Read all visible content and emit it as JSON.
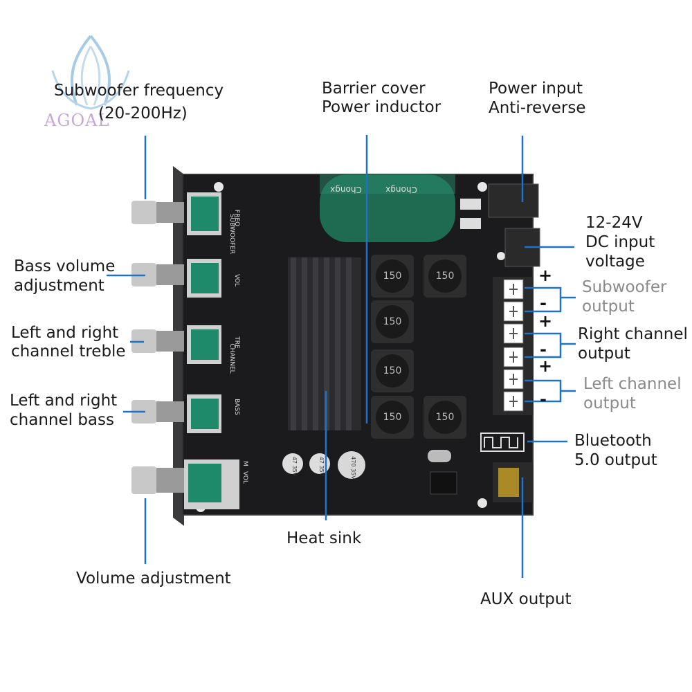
{
  "watermark": {
    "text": "AGOAL"
  },
  "callouts": {
    "subwoofer_frequency": {
      "line1": "Subwoofer frequency",
      "line2": "(20-200Hz)"
    },
    "bass_volume": {
      "line1": "Bass volume",
      "line2": "adjustment"
    },
    "treble": {
      "line1": "Left and right",
      "line2": "channel treble"
    },
    "bass": {
      "line1": "Left and right",
      "line2": "channel bass"
    },
    "volume": {
      "line1": "Volume adjustment"
    },
    "barrier": {
      "line1": "Barrier cover",
      "line2": "Power inductor"
    },
    "power_input": {
      "line1": "Power input",
      "line2": "Anti-reverse"
    },
    "dc_input": {
      "line1": "12-24V",
      "line2": "DC input",
      "line3": "voltage"
    },
    "subwoofer_output": {
      "line1": "Subwoofer",
      "line2": "output"
    },
    "right_output": {
      "line1": "Right channel",
      "line2": "output"
    },
    "left_output": {
      "line1": "Left channel",
      "line2": "output"
    },
    "bluetooth": {
      "line1": "Bluetooth",
      "line2": "5.0 output"
    },
    "heat_sink": {
      "line1": "Heat sink"
    },
    "aux": {
      "line1": "AUX output"
    }
  },
  "polarity": [
    "+",
    "-",
    "+",
    "-",
    "+",
    "-"
  ],
  "board_text": {
    "pot_labels": [
      "FREQ",
      "SUBWOOFER",
      "VOL",
      "TRE",
      "CHANNEL",
      "BASS",
      "M",
      "VOL"
    ],
    "inductors": [
      "150",
      "150",
      "150",
      "150",
      "150",
      "150"
    ],
    "cap_brand": "Chongx",
    "cap_small": [
      "470 35V",
      "47 35V",
      "47 35V"
    ]
  },
  "colors": {
    "pcb": "#1b1b1d",
    "pot_green": "#1f8a6a",
    "cap_green": "#1f6b52",
    "leader": "#1e73c8"
  }
}
